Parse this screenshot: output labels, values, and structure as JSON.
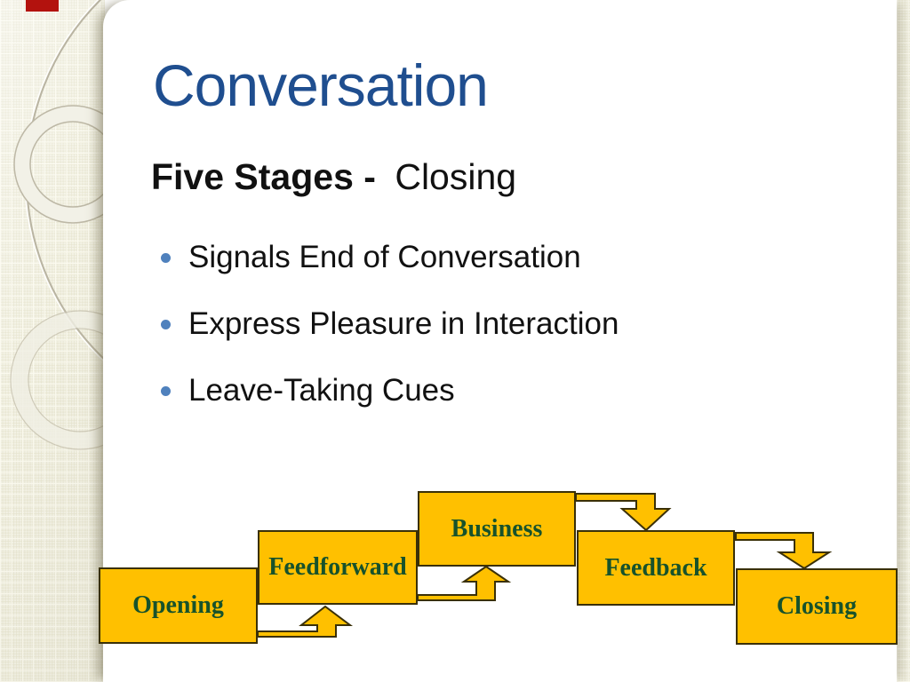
{
  "colors": {
    "title-blue": "#1f4e8f",
    "bullet-blue": "#4f81bd",
    "text-black": "#111111",
    "box-fill": "#ffc000",
    "box-border": "#3a3008",
    "box-text": "#17522b",
    "badge-red": "#b3120e"
  },
  "slide": {
    "title": "Conversation",
    "heading": {
      "bold": "Five Stages -",
      "regular": "Closing"
    },
    "bullets": [
      "Signals End of Conversation",
      "Express Pleasure in Interaction",
      "Leave-Taking Cues"
    ],
    "diagram": {
      "stages": [
        "Opening",
        "Feedforward",
        "Business",
        "Feedback",
        "Closing"
      ],
      "flow": "Opening > Feedforward > Business > Feedback > Closing"
    },
    "icons": {
      "bullet": "circle-bullet-icon"
    }
  }
}
